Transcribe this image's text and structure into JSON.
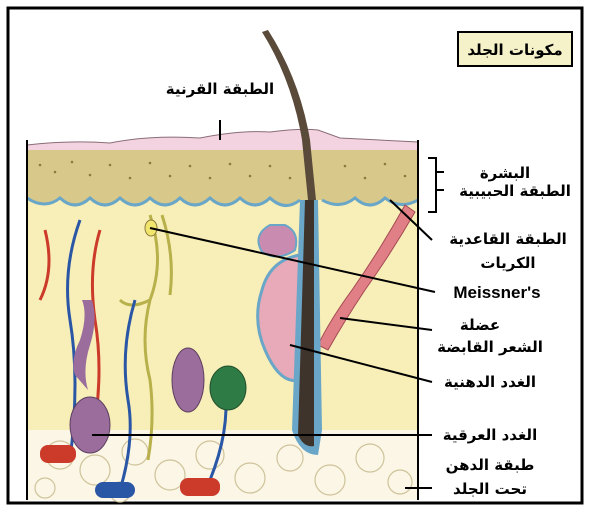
{
  "title": "مكونات الجلد",
  "labels": {
    "stratum_corneum": "الطبقة القرنية",
    "epidermis": "البشرة",
    "stratum_granulosum": "الطبقة الحبيبية",
    "stratum_basale": "الطبقة القاعدية",
    "corpuscles": "الكريات",
    "meissner": "Meissner's",
    "arrector_muscle_1": "عضلة",
    "arrector_muscle_2": "الشعر القابضة",
    "sebaceous_glands": "الغدد الدهنية",
    "sweat_glands": "الغدد العرقية",
    "subcutaneous_1": "طبقة الدهن",
    "subcutaneous_2": "تحت الجلد"
  },
  "colors": {
    "frame": "#000000",
    "title_bg": "#f5f1c8",
    "dermis": "#f8efb8",
    "epidermis": "#d8c98a",
    "stratum_corneum": "#f3d3df",
    "basal_layer": "#6aa6c7",
    "hair": "#5a4a3a",
    "muscle": "#e07f86",
    "gland_pink": "#e8a9b8",
    "sweat_gland": "#9a6d9c",
    "vein_blue": "#2a56a6",
    "artery_red": "#cc3a2a",
    "nerve_yellow": "#d8d16a",
    "fat_cells": "#fbf6e6"
  }
}
